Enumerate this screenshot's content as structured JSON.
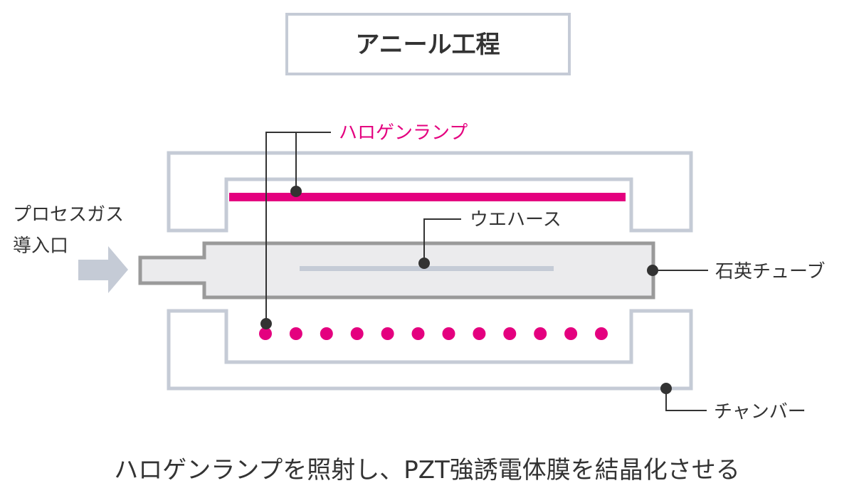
{
  "title": "アニール工程",
  "labels": {
    "halogen_lamp": "ハロゲンランプ",
    "wafer": "ウエハース",
    "process_gas_line1": "プロセスガス",
    "process_gas_line2": "導入口",
    "quartz_tube": "石英チューブ",
    "chamber": "チャンバー"
  },
  "caption": "ハロゲンランプを照射し、PZT強誘電体膜を結晶化させる",
  "colors": {
    "accent": "#e4007f",
    "chamber_outline": "#c5cbd6",
    "tube_fill": "#ebebed",
    "tube_outline": "#9a9a9a",
    "wafer": "#c5cbd6",
    "arrow": "#c5cbd6",
    "leader": "#333333",
    "text": "#333333"
  },
  "lamp_dot_count": 12
}
